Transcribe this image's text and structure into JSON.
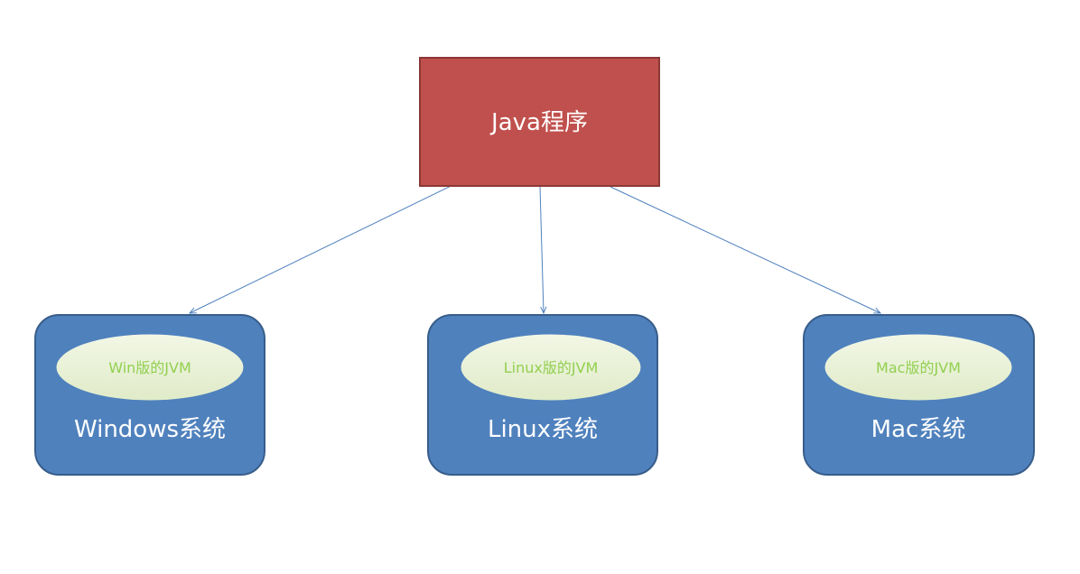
{
  "root": {
    "label": "Java程序",
    "fill": "#c0504d",
    "border": "#8c3836"
  },
  "platforms": [
    {
      "os_label": "Windows系统",
      "jvm_label": "Win版的JVM"
    },
    {
      "os_label": "Linux系统",
      "jvm_label": "Linux版的JVM"
    },
    {
      "os_label": "Mac系统",
      "jvm_label": "Mac版的JVM"
    }
  ],
  "colors": {
    "platform_fill": "#4f81bd",
    "platform_border": "#385d8a",
    "jvm_fill": "#ebf1dd",
    "jvm_text": "#92d050",
    "connector": "#4f81bd"
  }
}
